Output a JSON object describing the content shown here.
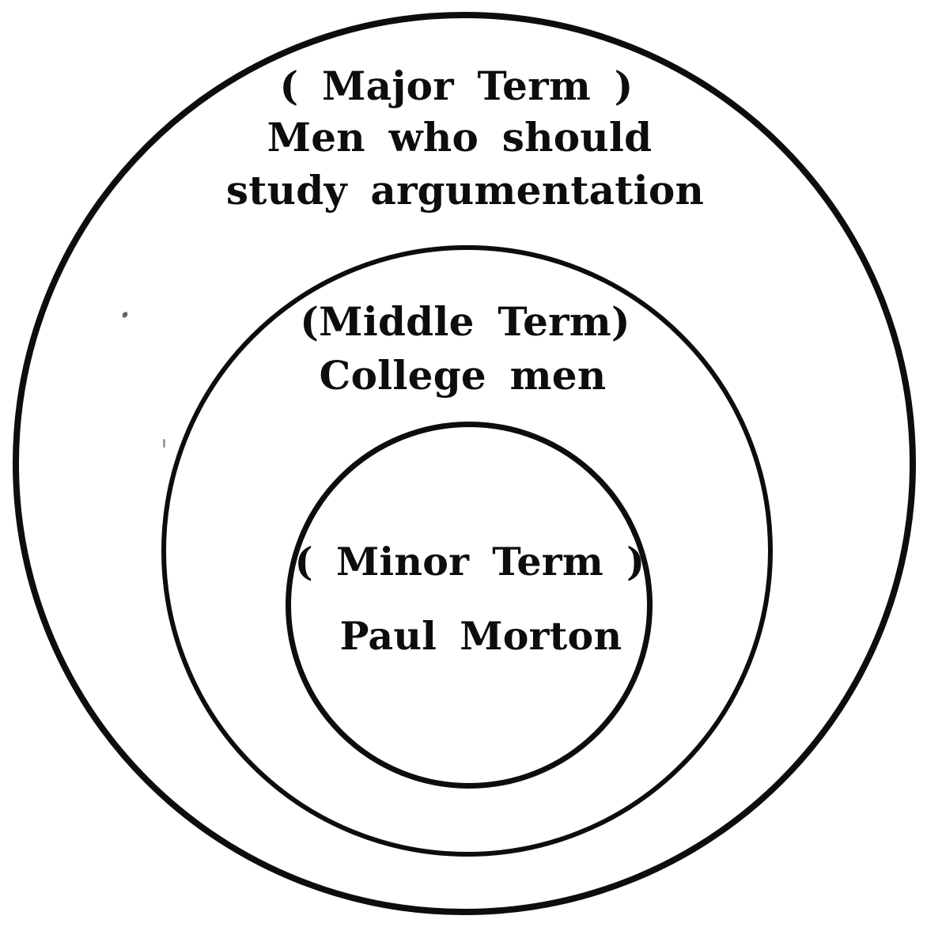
{
  "figure": {
    "kind": "euler-diagram-concentric-circles",
    "description": "Three nested circles showing syllogism term containment",
    "background_color": "#ffffff",
    "ink_color": "#0d0d0d",
    "rings": [
      {
        "role": "outer",
        "term": "Major Term",
        "lines": [
          "( Major Term )",
          "Men who should",
          "study argumentation"
        ]
      },
      {
        "role": "middle",
        "term": "Middle Term",
        "lines": [
          "(Middle Term)",
          "College men"
        ]
      },
      {
        "role": "inner",
        "term": "Minor Term",
        "lines": [
          "( Minor Term )",
          "Paul Morton"
        ]
      }
    ]
  }
}
